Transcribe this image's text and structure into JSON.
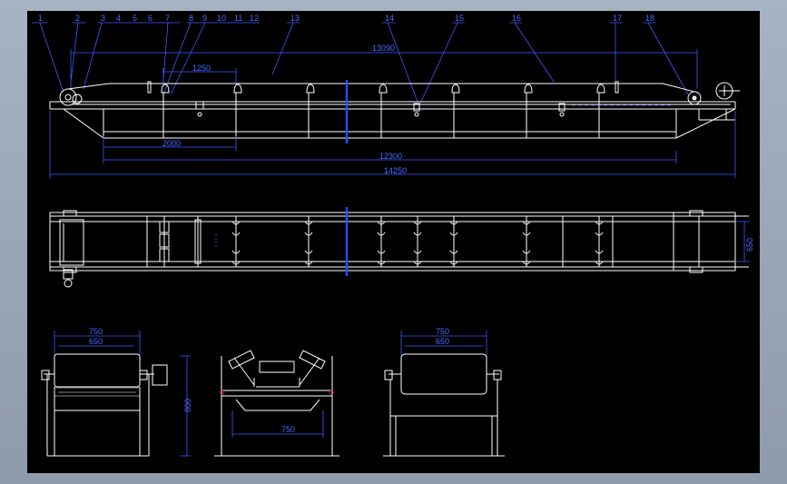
{
  "tags": [
    "1",
    "2",
    "3",
    "4",
    "5",
    "6",
    "7",
    "8",
    "9",
    "10",
    "11",
    "12",
    "13",
    "14",
    "15",
    "16",
    "17",
    "18"
  ],
  "dimensions": {
    "overall_top": "13090",
    "roller_pitch": "1250",
    "tail_section": "2000",
    "mid_span": "12300",
    "overall_length": "14250",
    "plan_width": "650",
    "end_width_outer": "750",
    "end_width_inner": "650",
    "end_height": "800",
    "idler_span": "750",
    "right_width_outer": "750",
    "right_width_inner": "650"
  },
  "colors": {
    "background": "#000000",
    "lines": "#ffffff",
    "dimensions": "#3a5cff"
  }
}
